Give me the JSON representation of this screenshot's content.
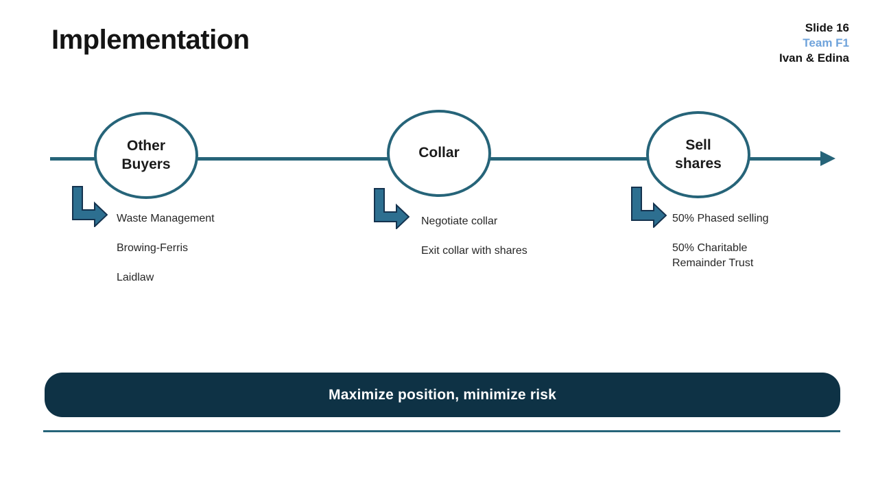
{
  "slide": {
    "title": "Implementation",
    "meta": {
      "slide_number": "Slide 16",
      "team": "Team F1",
      "authors": "Ivan & Edina"
    },
    "timeline": {
      "stages": [
        {
          "label": "Other Buyers",
          "items": [
            "Waste Management",
            "Browing-Ferris",
            "Laidlaw"
          ]
        },
        {
          "label": "Collar",
          "items": [
            "Negotiate collar",
            "Exit collar with shares"
          ]
        },
        {
          "label": "Sell shares",
          "items": [
            "50% Phased selling",
            "50% Charitable Remainder Trust"
          ]
        }
      ]
    },
    "banner": {
      "text": "Maximize position, minimize risk"
    },
    "colors": {
      "teal": "#266479",
      "arrow_fill": "#2d6f90",
      "arrow_stroke": "#14324e",
      "banner_bg": "#0e3245",
      "team_blue": "#6fa3db"
    }
  }
}
